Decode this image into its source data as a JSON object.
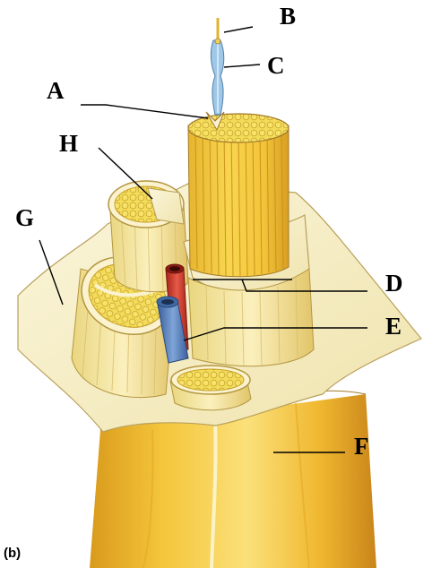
{
  "figure": {
    "panel_label": "(b)",
    "labels": {
      "A": "A",
      "B": "B",
      "C": "C",
      "D": "D",
      "E": "E",
      "F": "F",
      "G": "G",
      "H": "H"
    }
  },
  "colors": {
    "tendon_yellow": "#f2c84a",
    "fascicle_yellow": "#f6d63a",
    "sheath_cream": "#f6efc6",
    "artery_red": "#d8392e",
    "vein_blue": "#5b86c4",
    "outline_brown": "#a27a2a"
  }
}
